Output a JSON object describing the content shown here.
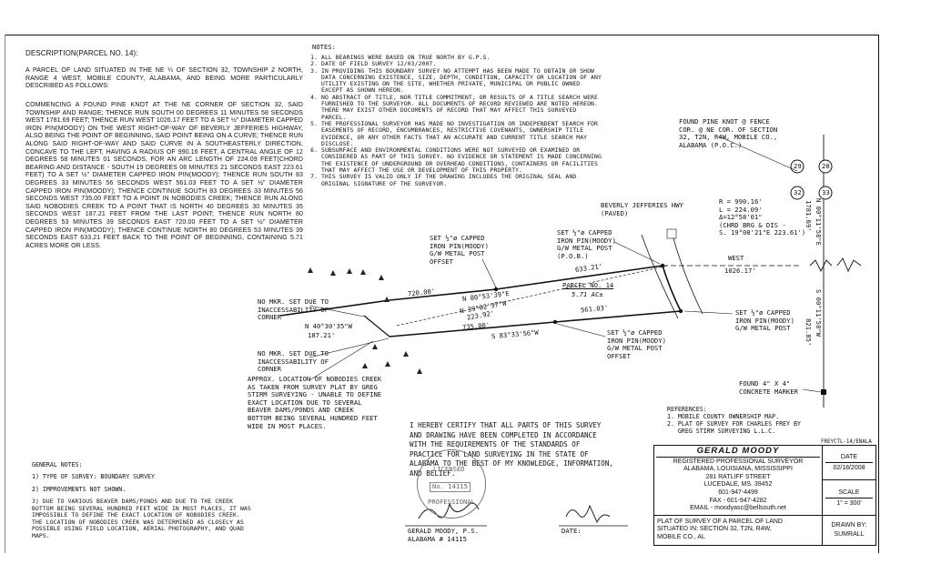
{
  "description": {
    "title": "DESCRIPTION(PARCEL NO. 14):",
    "intro": "A PARCEL OF LAND SITUATED IN THE NE ¼ OF SECTION 32, TOWNSHIP 2 NORTH, RANGE 4 WEST, MOBILE COUNTY, ALABAMA, AND BEING MORE PARTICULARLY DESCRIBED AS FOLLOWS:",
    "body": "COMMENCING A FOUND PINE KNOT AT THE NE CORNER OF SECTION 32, SAID TOWNSHIP AND RANGE; THENCE RUN SOUTH 00 DEGREES 11 MINUTES 58 SECONDS WEST 1781.69 FEET; THENCE RUN WEST 1026.17 FEET TO A SET ½\" DIAMETER CAPPED IRON PIN(MOODY) ON THE WEST RIGHT-OF-WAY OF BEVERLY JEFFERIES HIGHWAY, ALSO BEING THE POINT OF BEGINNING, SAID POINT BEING ON A CURVE; THENCE RUN ALONG SAID RIGHT-OF-WAY AND SAID CURVE IN A SOUTHEASTERLY DIRECTION, CONCAVE TO THE LEFT, HAVING A RADIUS OF 990.16 FEET, A CENTRAL ANGLE OF 12 DEGREES 58 MINUTES 01 SECONDS, FOR AN ARC LENGTH OF 224.09 FEET(CHORD BEARING AND DISTANCE - SOUTH 19 DEGREES 08 MINUTES 21 SECONDS EAST 223.61 FEET) TO A SET ½\" DIAMETER CAPPED IRON PIN(MOODY); THENCE RUN SOUTH 83 DEGREES 33 MINUTES 56 SECONDS WEST 561.03 FEET TO A SET ½\" DIAMETER CAPPED IRON PIN(MOODY); THENCE CONTINUE SOUTH 83 DEGREES 33 MINUTES 56 SECONDS WEST 735.00 FEET TO A POINT IN NOBODIES CREEK; THENCE RUN ALONG SAID NOBODIES CREEK TO A POINT THAT IS NORTH 40 DEGREES 30 MINUTES 35 SECONDS WEST 187.21 FEET FROM THE LAST POINT; THENCE RUN NORTH 80 DEGREES 53 MINUTES 39 SECONDS EAST 720.00 FEET TO A SET ½\" DIAMETER CAPPED IRON PIN(MOODY); THENCE CONTINUE NORTH 80 DEGREES 53 MINUTES 39 SECONDS EAST 633.21 FEET BACK TO THE POINT OF BEGINNING, CONTAINING 5.71 ACRES MORE OR LESS."
  },
  "notes": {
    "title": "NOTES:",
    "items": [
      "ALL BEARINGS WERE BASED ON TRUE NORTH BY G.P.S.",
      "DATE OF FIELD SURVEY 12/03/2007.",
      "IN PROVIDING THIS BOUNDARY SURVEY NO ATTEMPT HAS BEEN MADE TO OBTAIN OR SHOW DATA CONCERNING EXISTENCE, SIZE, DEPTH, CONDITION, CAPACITY OR LOCATION OF ANY UTILITY EXISTING ON THE SITE, WHETHER PRIVATE, MUNICIPAL OR PUBLIC OWNED EXCEPT AS SHOWN HEREON.",
      "NO ABSTRACT OF TITLE, NOR TITLE COMMITMENT, OR RESULTS OF A TITLE SEARCH WERE FURNISHED TO THE SURVEYOR. ALL DOCUMENTS OF RECORD REVIEWED ARE NOTED HEREON. THERE MAY EXIST OTHER DOCUMENTS OF RECORD THAT MAY AFFECT THIS SURVEYED PARCEL.",
      "THE PROFESSIONAL SURVEYOR HAS MADE NO INVESTIGATION OR INDEPENDENT SEARCH FOR EASEMENTS OF RECORD, ENCUMBRANCES, RESTRICTIVE COVENANTS, OWNERSHIP TITLE EVIDENCE, OR ANY OTHER FACTS THAT AN ACCURATE AND CURRENT TITLE SEARCH MAY DISCLOSE.",
      "SUBSURFACE AND ENVIRONMENTAL CONDITIONS WERE NOT SURVEYED OR EXAMINED OR CONSIDERED AS PART OF THIS SURVEY. NO EVIDENCE OR STATEMENT IS MADE CONCERNING THE EXISTENCE OF UNDERGROUND OR OVERHEAD CONDITIONS, CONTAINERS OR FACILITIES THAT MAY AFFECT THE USE OR DEVELOPMENT OF THIS PROPERTY.",
      "THIS SURVEY IS VALID ONLY IF THE DRAWING INCLUDES THE ORIGINAL SEAL AND ORIGINAL SIGNATURE OF THE SURVEYOR."
    ]
  },
  "plat": {
    "found_pine_knot": "FOUND PINE KNOT @ FENCE\nCOR. @ NE COR. OF SECTION\n32, T2N, R4W, MOBILE CO.,\nALABAMA (P.O.C.)",
    "sections": [
      "29",
      "28",
      "32",
      "33"
    ],
    "highway": "BEVERLY JEFFERIES HWY\n(PAVED)",
    "curve": "R = 990.16'\nL = 224.09'\nΔ=12°58'01\"\n(CHRD BRG & DIS -\nS. 19°08'21\"E 223.61')",
    "set_pin_pob": "SET ½\"ø CAPPED\nIRON PIN(MOODY)\nG/W METAL POST\n(P.O.B.)",
    "set_pin_offset_top": "SET ½\"ø CAPPED\nIRON PIN(MOODY)\nG/W METAL POST\nOFFSET",
    "set_pin_right": "SET ½\"ø CAPPED\nIRON PIN(MOODY)\nG/W METAL POST",
    "set_pin_offset_bottom": "SET ½\"ø CAPPED\nIRON PIN(MOODY)\nG/W METAL POST\nOFFSET",
    "west_label": "WEST",
    "west_dist": "1026.17'",
    "n_bearing_top": "N 00°11'58\"E",
    "n_dist_top": "1781.69'",
    "s_bearing": "S 00°11'58\"W",
    "s_dist": "821.85'",
    "dist_633": "633.21'",
    "dist_720": "720.00'",
    "bearing_n80": "N 80°53'39\"E",
    "parcel_name": "PARCEL NO. 14",
    "parcel_area": "5.71 AC±",
    "bearing_n39": "N 39°02'37\"W",
    "dist_223": "223.92'",
    "dist_561": "561.03'",
    "dist_735": "735.00'",
    "bearing_s83": "S 83°33'56\"W",
    "bearing_n40": "N 40°30'35\"W",
    "dist_187": "187.21'",
    "no_mkr_1": "NO MKR. SET DUE TO\nINACCESSABILITY OF\nCORNER",
    "no_mkr_2": "NO MKR. SET DUE TO\nINACCESSABILITY OF\nCORNER",
    "creek_note": "APPROX. LOCATION OF NOBODIES CREEK\nAS TAKEN FROM SURVEY PLAT BY GREG\nSTIRM SURVEYING - UNABLE TO DEFINE\nEXACT LOCATION DUE TO SEVERAL\nBEAVER DAMS/PONDS AND CREEK\nBOTTOM BEING SEVERAL HUNDRED FEET\nWIDE IN MOST PLACES.",
    "concrete_marker": "FOUND 4\" X 4\"\nCONCRETE MARKER"
  },
  "references": {
    "title": "REFERENCES:",
    "items": [
      "1. MOBILE COUNTY OWNERSHIP MAP.",
      "2. PLAT OF SURVEY FOR CHARLES FREY BY\n   GREG STIRM SURVEYING L.L.C."
    ]
  },
  "file_ref": "FREYCTL-14/ENALA",
  "certification": "I HEREBY CERTIFY THAT ALL PARTS OF THIS SURVEY\nAND DRAWING HAVE BEEN COMPLETED IN ACCORDANCE\nWITH THE REQUIREMENTS OF THE STANDARDS OF\nPRACTICE FOR LAND SURVEYING IN THE STATE OF\nALABAMA TO THE BEST OF MY KNOWLEDGE, INFORMATION,\nAND BELIEF.",
  "seal": {
    "top": "LICENSED",
    "no": "No. 14115",
    "bottom": "PROFESSIONAL"
  },
  "signature": {
    "name": "GERALD MOODY, P.S.",
    "license": "ALABAMA # 14115",
    "date_label": "DATE:"
  },
  "general_notes": {
    "title": "GENERAL NOTES:",
    "items": [
      "1) TYPE OF SURVEY: BOUNDARY SURVEY",
      "2) IMPROVEMENTS NOT SHOWN.",
      "3) DUE TO VARIOUS BEAVER DAMS/PONDS AND DUE TO THE CREEK BOTTOM BEING SEVERAL HUNDRED FEET WIDE IN MOST PLACES, IT WAS IMPOSSIBLE TO DEFINE THE EXACT LOCATION OF NOBODIES CREEK. THE LOCATION OF NOBODIES CREEK WAS DETERMINED AS CLOSELY AS POSSIBLE USING FIELD LOCATION, AERIAL PHOTOGRAPHY, AND QUAD MAPS."
    ]
  },
  "title_block": {
    "surveyor": "GERALD MOODY",
    "line1": "REGISTERED PROFESSIONAL SURVEYOR",
    "line2": "ALABAMA, LOUISIANA, MISSISSIPPI",
    "line3": "281 RATLIFF STREET",
    "line4": "LUCEDALE, MS. 39452",
    "line5": "601-947-4499",
    "line6": "FAX - 601-947-4282",
    "line7": "EMAIL - moodyasc@bellsouth.net",
    "plat_title": "PLAT OF SURVEY OF A PARCEL OF LAND\nSITUATED IN: SECTION 32, T2N, R4W,\nMOBILE CO., AL",
    "date_label": "DATE",
    "date_value": "02/18/2008",
    "scale_label": "SCALE",
    "scale_value": "1\" = 300'",
    "drawn_label": "DRAWN BY:",
    "drawn_value": "SUMRALL"
  }
}
